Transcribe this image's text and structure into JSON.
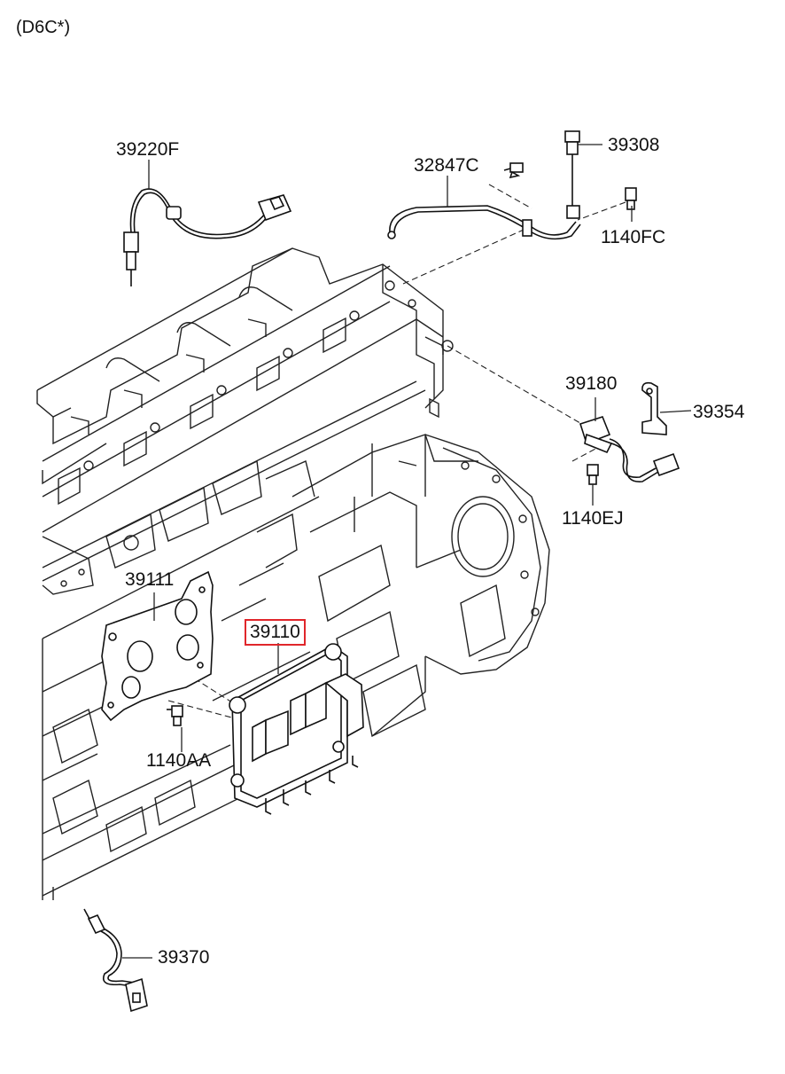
{
  "variant_label": "(D6C*)",
  "parts": {
    "p39220F": "39220F",
    "p32847C": "32847C",
    "p39308": "39308",
    "p1140FC": "1140FC",
    "p39180": "39180",
    "p39354": "39354",
    "p1140EJ": "1140EJ",
    "p39111": "39111",
    "p39110": "39110",
    "p1140AA": "1140AA",
    "p39370": "39370"
  },
  "highlight_color": "#e0262b"
}
